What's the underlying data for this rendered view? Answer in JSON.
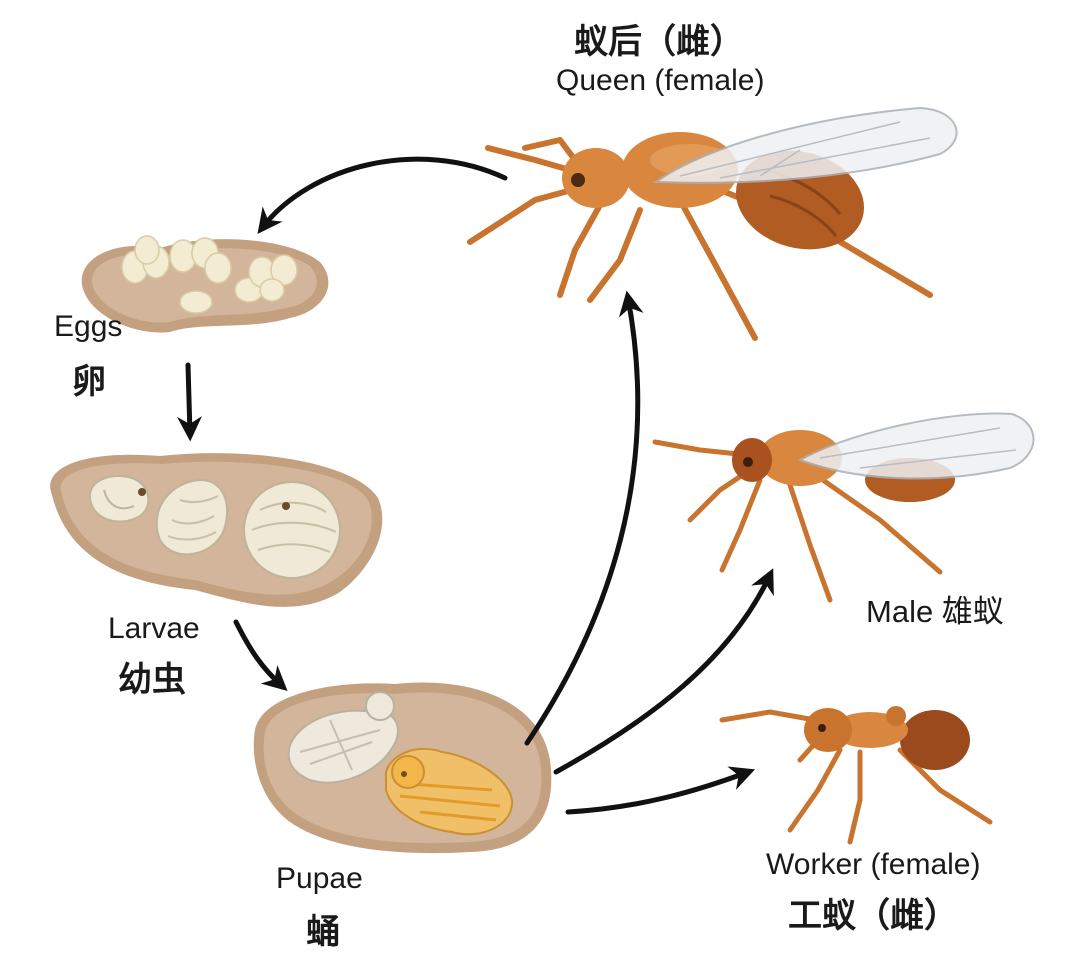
{
  "labels": {
    "queen_zh": "蚁后（雌）",
    "queen_en": "Queen (female)",
    "eggs_en": "Eggs",
    "eggs_zh": "卵",
    "larvae_en": "Larvae",
    "larvae_zh": "幼虫",
    "pupae_en": "Pupae",
    "pupae_zh": "蛹",
    "male": "Male 雄蚁",
    "worker_en": "Worker (female)",
    "worker_zh": "工蚁（雌）"
  },
  "colors": {
    "mound_fill": "#d2b59b",
    "mound_rim": "#c3a080",
    "egg": "#f3ecd2",
    "ant_body": "#d9863e",
    "ant_dark": "#a9521f",
    "arrow": "#111111"
  },
  "icons": {
    "egg_mound": "egg-cluster-icon",
    "larva_mound": "larva-cluster-icon",
    "pupa_mound": "pupa-cluster-icon",
    "queen": "winged-queen-ant-icon",
    "male": "winged-male-ant-icon",
    "worker": "worker-ant-icon"
  }
}
